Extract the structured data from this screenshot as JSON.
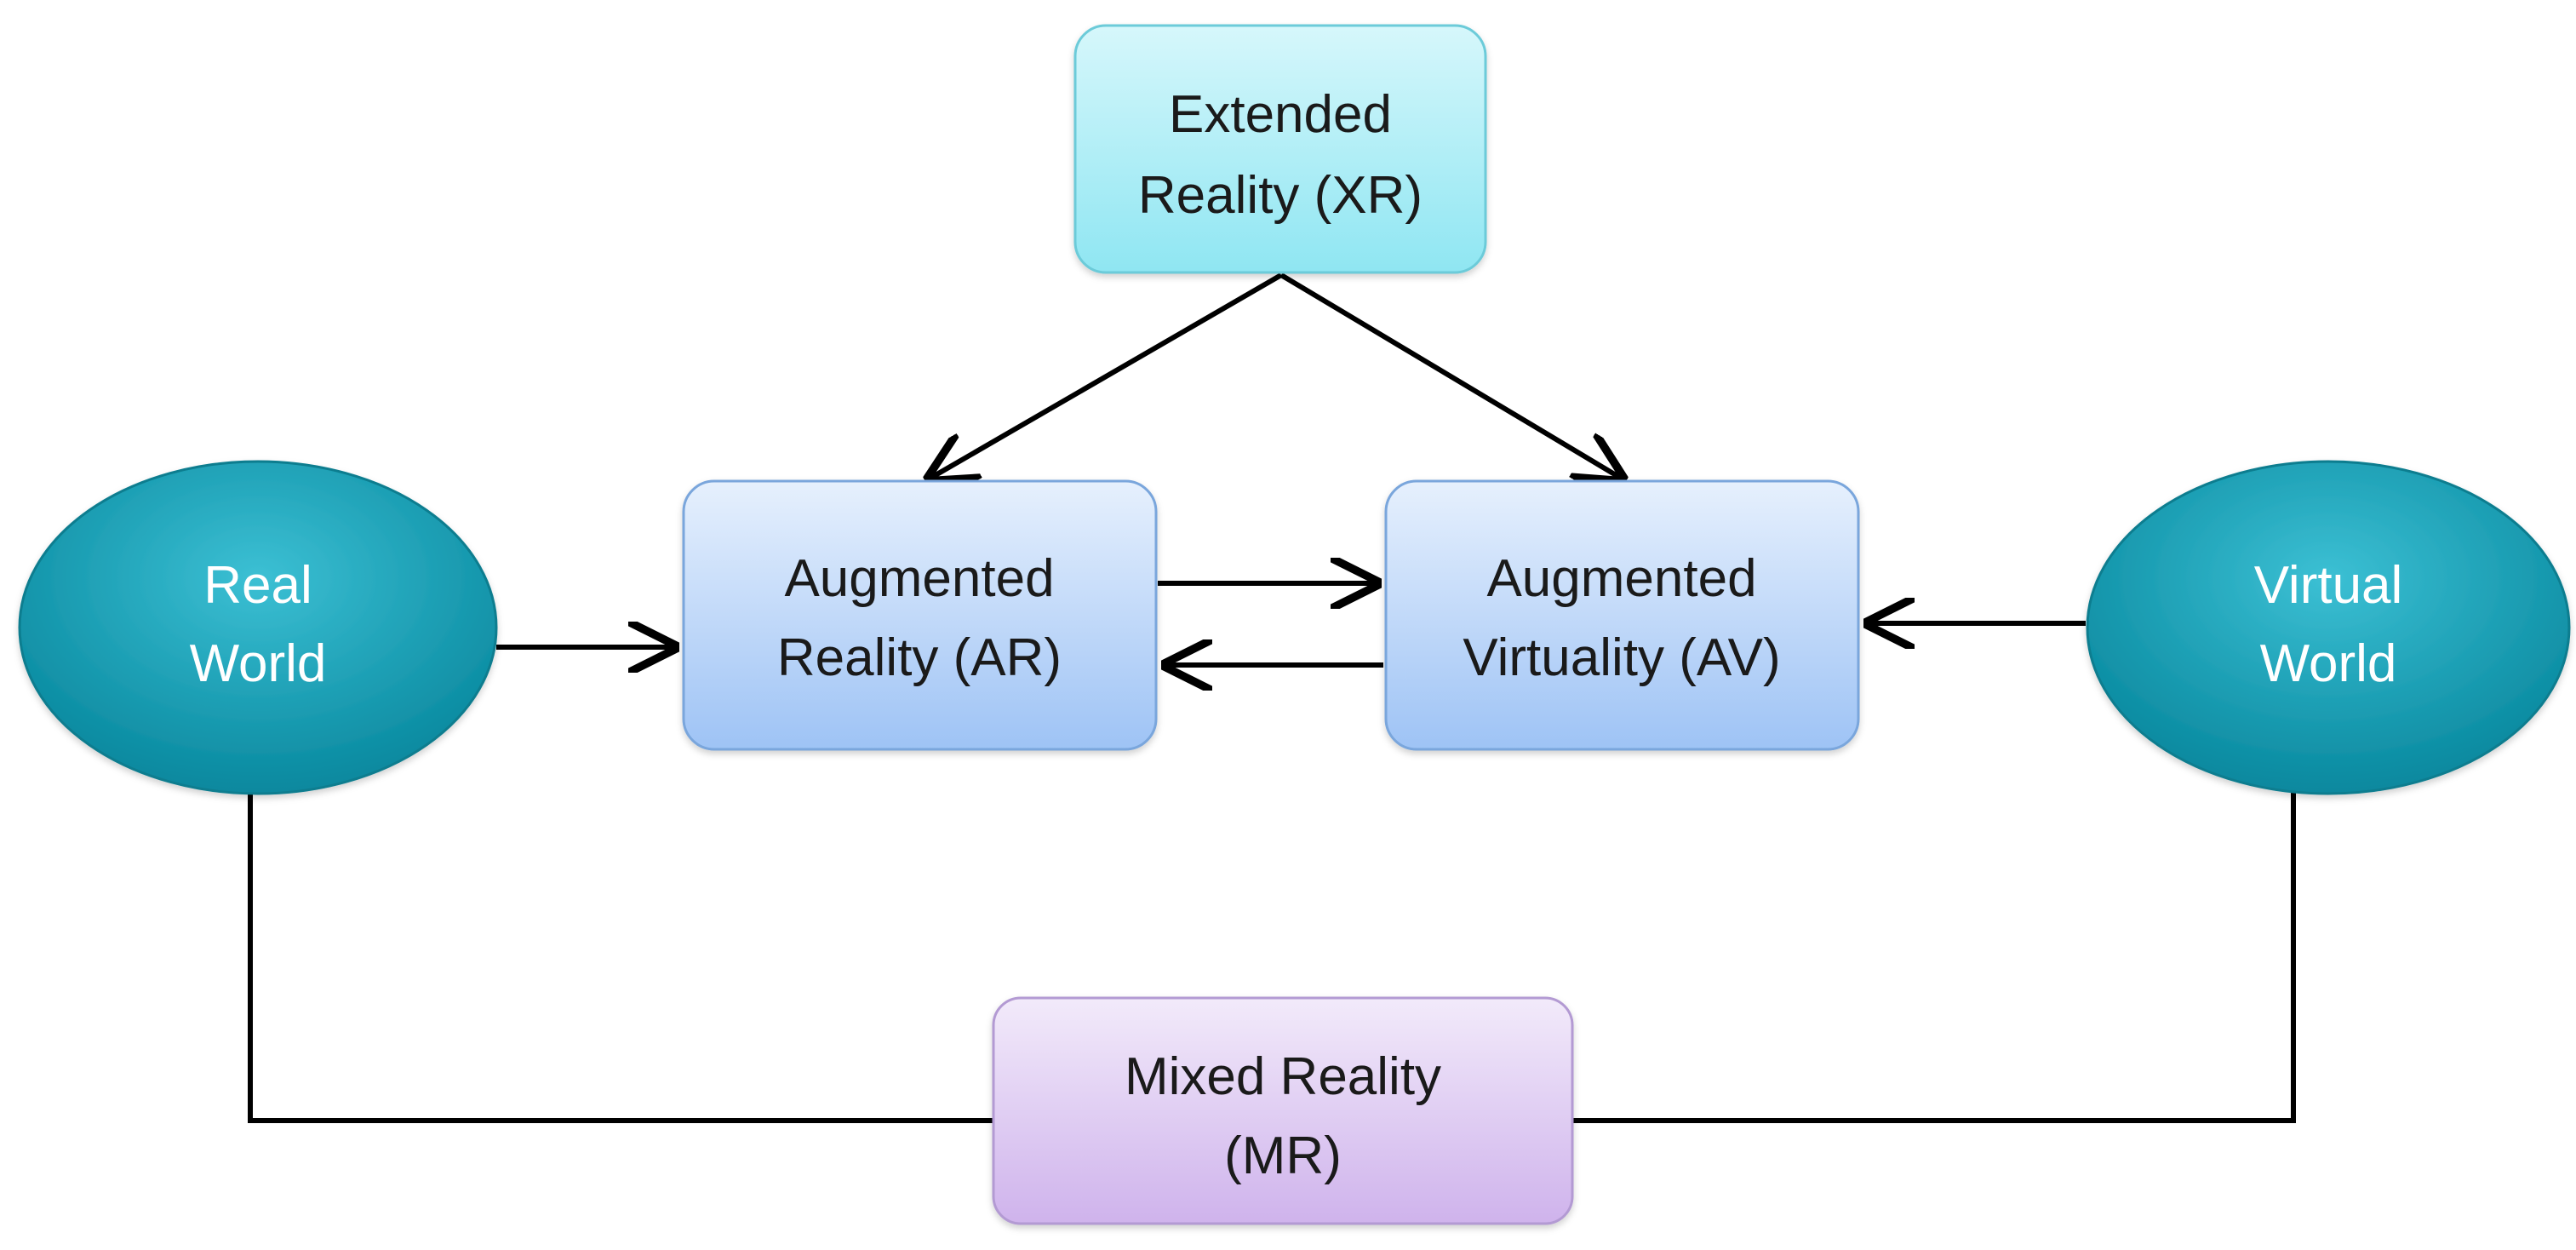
{
  "nodes": {
    "xr": {
      "line1": "Extended",
      "line2": "Reality (XR)"
    },
    "ar": {
      "line1": "Augmented",
      "line2": "Reality (AR)"
    },
    "av": {
      "line1": "Augmented",
      "line2": "Virtuality (AV)"
    },
    "mr": {
      "line1": "Mixed Reality",
      "line2": "(MR)"
    },
    "real_world": {
      "line1": "Real",
      "line2": "World"
    },
    "virtual_world": {
      "line1": "Virtual",
      "line2": "World"
    }
  },
  "colors": {
    "xr_top": "#d6f7fb",
    "xr_bottom": "#8fe6f2",
    "box_top": "#e6f0fd",
    "box_bottom": "#9ec3f5",
    "mr_top": "#f2eafa",
    "mr_bottom": "#cfb3ec",
    "ellipse_light": "#3cc0d4",
    "ellipse_dark": "#08889e",
    "line": "#000000"
  }
}
